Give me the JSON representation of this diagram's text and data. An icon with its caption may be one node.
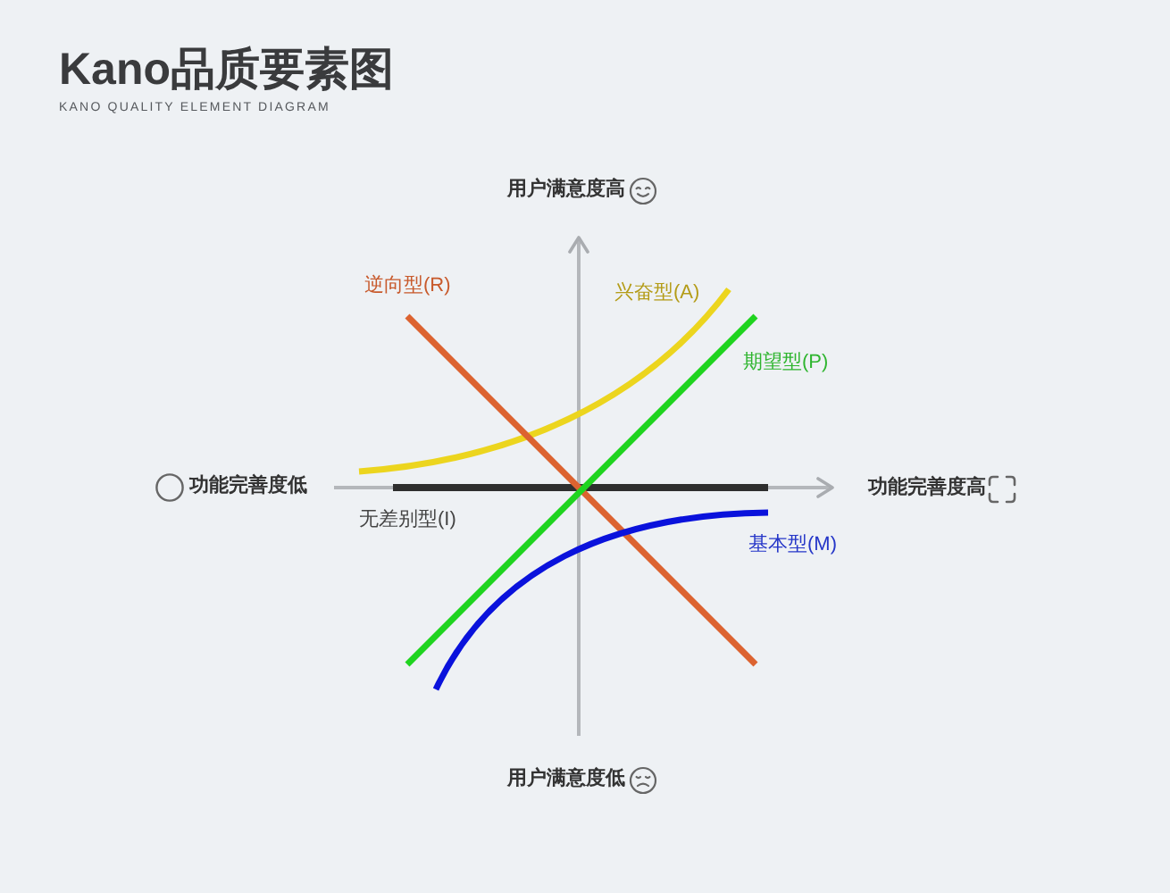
{
  "diagram": {
    "title": "Kano品质要素图",
    "labels": [
      "KANO QUALITY ELEMENT DIAGRAM",
      "用户满意度高",
      "逆向型(R)",
      "兴奋型(A)",
      "期望型(P)",
      "功能完善度低",
      "功能完善度高",
      "无差别型(I)",
      "基本型(M)",
      "用户满意度低"
    ]
  }
}
